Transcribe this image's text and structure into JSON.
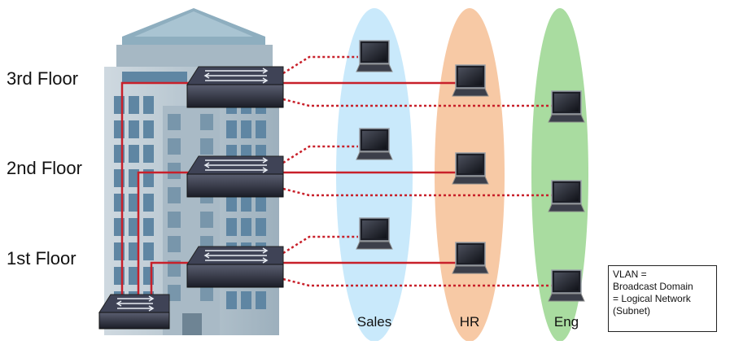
{
  "floors": [
    {
      "label": "3rd Floor"
    },
    {
      "label": "2nd Floor"
    },
    {
      "label": "1st Floor"
    }
  ],
  "groups": [
    {
      "label": "Sales",
      "color": "#c9e9fb"
    },
    {
      "label": "HR",
      "color": "#f7c9a5"
    },
    {
      "label": "Eng",
      "color": "#a9dca0"
    }
  ],
  "legend": {
    "line1": "VLAN =",
    "line2": "Broadcast Domain",
    "line3": "= Logical Network",
    "line4": "(Subnet)"
  },
  "colors": {
    "link": "#c8202a",
    "building_light": "#b8c8d3",
    "building_dark": "#8aa1b1",
    "window": "#5f86a3",
    "switch_body": "#2a2d3a"
  }
}
